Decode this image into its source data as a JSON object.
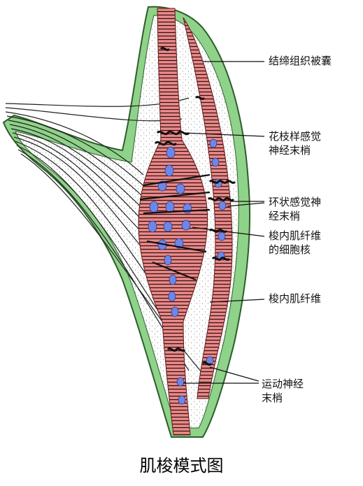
{
  "labels": {
    "capsule": "结缔组织被囊",
    "flower_spray_line1": "花枝样感觉",
    "flower_spray_line2": "神经末梢",
    "annulospiral_line1": "环状感觉神",
    "annulospiral_line2": "经末梢",
    "nuclei_line1": "梭内肌纤维",
    "nuclei_line2": "的细胞核",
    "intrafusal": "梭内肌纤维",
    "motor_line1": "运动神经",
    "motor_line2": "末梢"
  },
  "caption": "肌梭模式图",
  "colors": {
    "capsule": "#8fd28a",
    "fiber": "#e98a8a",
    "nucleus": "#6f86e6",
    "ink": "#1a1a1a"
  }
}
